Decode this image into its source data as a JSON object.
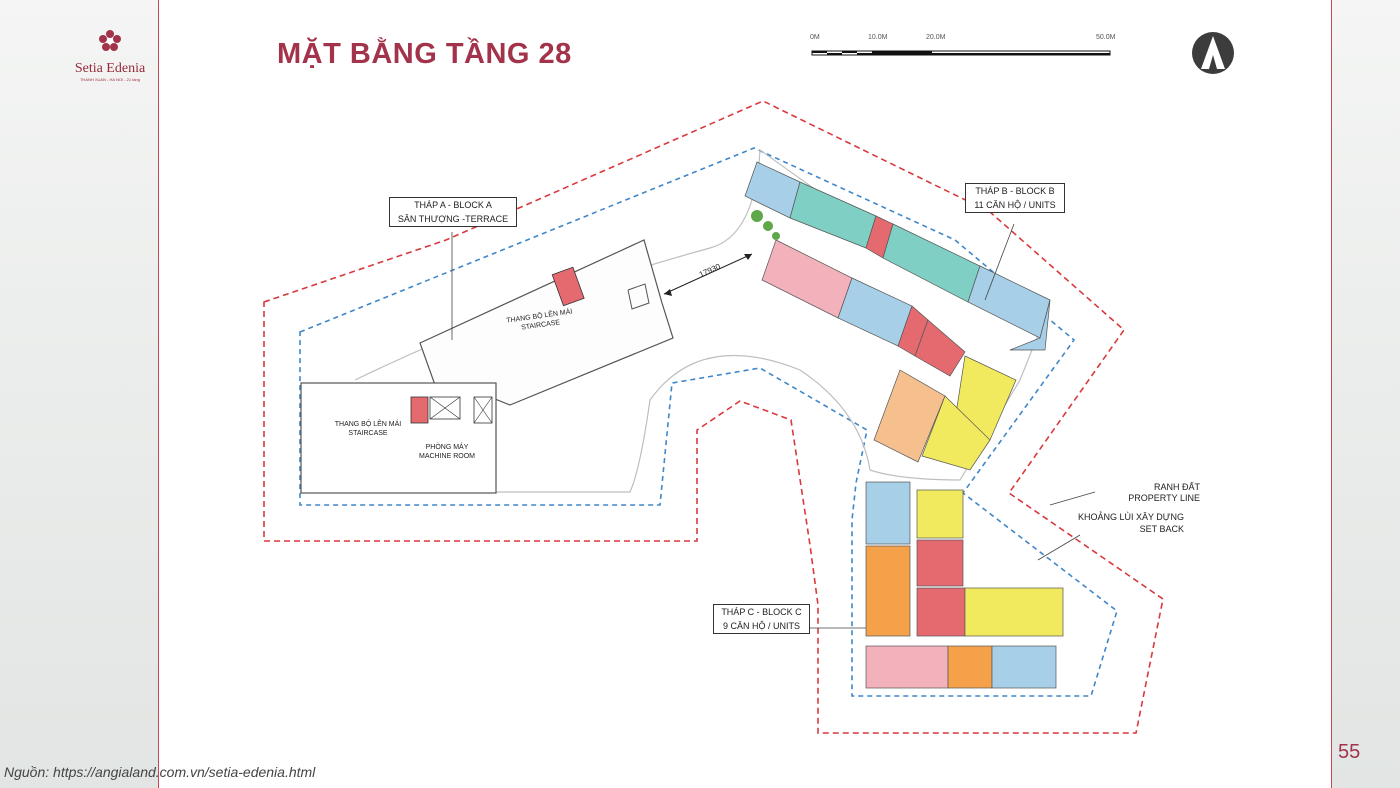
{
  "logo": {
    "name": "Setia Edenia",
    "tagline": "THANH XUAN - HA NOI - 21 tầng"
  },
  "title": "MẶT BẰNG TẦNG 28",
  "page_number": "55",
  "source": "Nguồn: https://angialand.com.vn/setia-edenia.html",
  "scale_bar": {
    "labels": [
      "0M",
      "10.0M",
      "20.0M",
      "50.0M"
    ]
  },
  "labels": {
    "block_a_line1": "THÁP A - BLOCK A",
    "block_a_line2": "SÂN THƯỢNG -TERRACE",
    "block_b_line1": "THÁP B - BLOCK B",
    "block_b_line2": "11 CĂN HỘ / UNITS",
    "block_c_line1": "THÁP C - BLOCK C",
    "block_c_line2": "9 CĂN HỘ / UNITS",
    "property_line_vi": "RANH ĐẤT",
    "property_line_en": "PROPERTY LINE",
    "setback_vi": "KHOẢNG LÙI XÂY DỰNG",
    "setback_en": "SET BACK",
    "staircase_top_vi": "THANG BỘ LÊN MÁI",
    "staircase_top_en": "STAIRCASE",
    "staircase_left_vi": "THANG BỘ LÊN MÁI",
    "staircase_left_en": "STAIRCASE",
    "machine_room_vi": "PHÒNG MÁY",
    "machine_room_en": "MACHINE ROOM",
    "dimension": "17930"
  },
  "colors": {
    "accent": "#a2334a",
    "property_line": "#d9393e",
    "setback_line": "#3f87c9",
    "unit_blue": "#a7cfe8",
    "unit_teal": "#7fcfc4",
    "unit_pink": "#f3b2bb",
    "unit_red": "#e46a70",
    "unit_orange": "#f4a14a",
    "unit_yellow": "#f1ea5e",
    "unit_peach": "#f5c08e"
  }
}
